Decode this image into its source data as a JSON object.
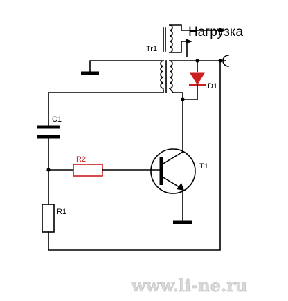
{
  "labels": {
    "load": "Нагрузка",
    "transformer": "Tr1",
    "diode": "D1",
    "capacitor": "C1",
    "resistor2": "R2",
    "resistor1": "R1",
    "transistor": "T1",
    "watermark": "www.li-ne.ru"
  },
  "colors": {
    "wire": "#000000",
    "highlight": "#cc1f1f",
    "watermark": "#d9d9d9"
  }
}
